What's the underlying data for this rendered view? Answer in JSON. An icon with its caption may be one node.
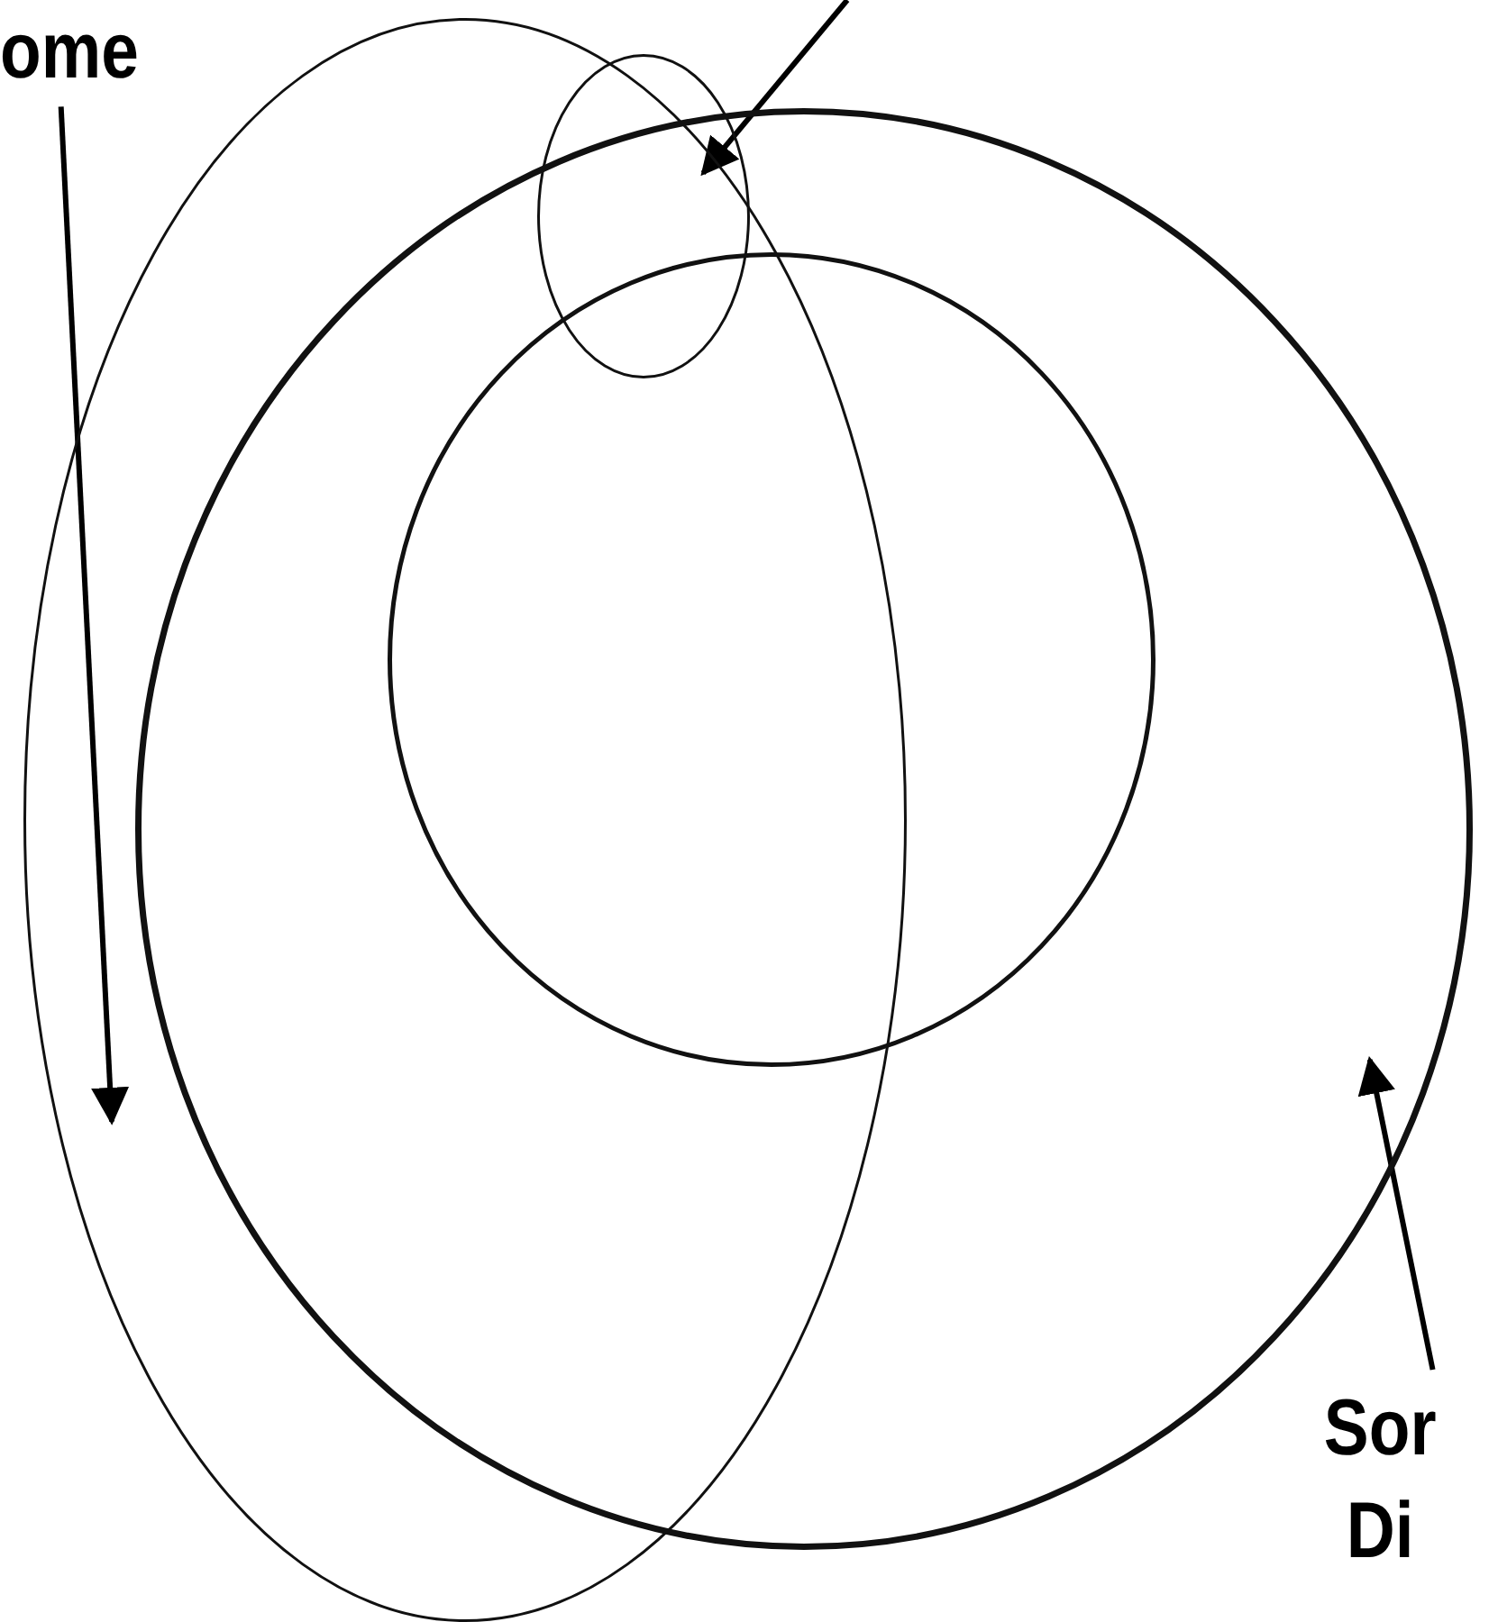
{
  "diagram": {
    "nodes": [
      {
        "text": [
          "ome"
        ]
      },
      {
        "text": [],
        "shape": "circle"
      },
      {
        "text": [],
        "shape": "circle"
      },
      {
        "text": [],
        "shape": "circle",
        "in": 2
      },
      {
        "text": [],
        "shape": "circle",
        "in": 1
      },
      {
        "text": [
          "Sor Di"
        ]
      }
    ],
    "edges": [
      {
        "from": 0,
        "to": 1,
        "arrow": "to"
      },
      {
        "from": null,
        "to": 4,
        "arrow": "to"
      },
      {
        "from": 5,
        "to": 2,
        "arrow": "to"
      }
    ]
  }
}
